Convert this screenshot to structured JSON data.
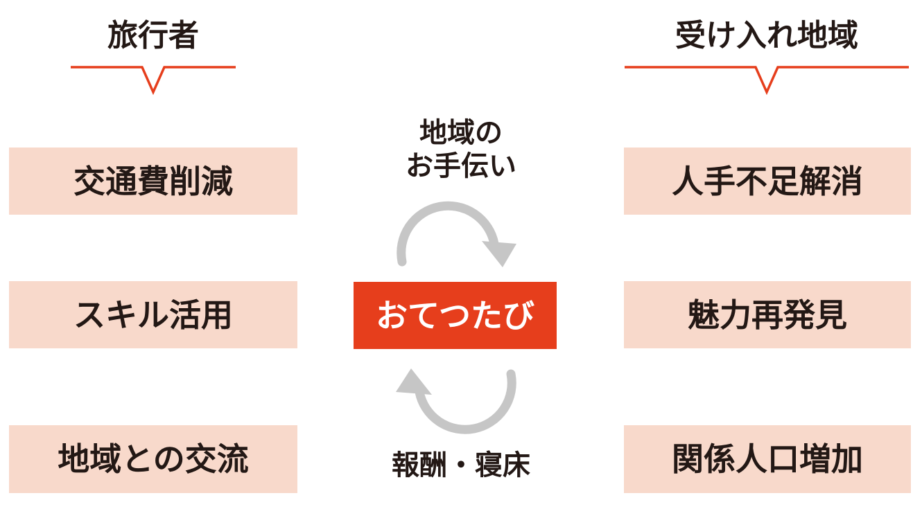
{
  "left_column": {
    "heading": "旅行者",
    "items": [
      "交通費削減",
      "スキル活用",
      "地域との交流"
    ]
  },
  "right_column": {
    "heading": "受け入れ地域",
    "items": [
      "人手不足解消",
      "魅力再発見",
      "関係人口増加"
    ]
  },
  "center": {
    "top_label_line1": "地域の",
    "top_label_line2": "お手伝い",
    "title": "おてつたび",
    "bottom_label": "報酬・寝床"
  },
  "colors": {
    "accent": "#e63e1c",
    "box_fill": "#f8d9cb",
    "arrow_gray": "#c6c6c6",
    "text": "#231815"
  }
}
